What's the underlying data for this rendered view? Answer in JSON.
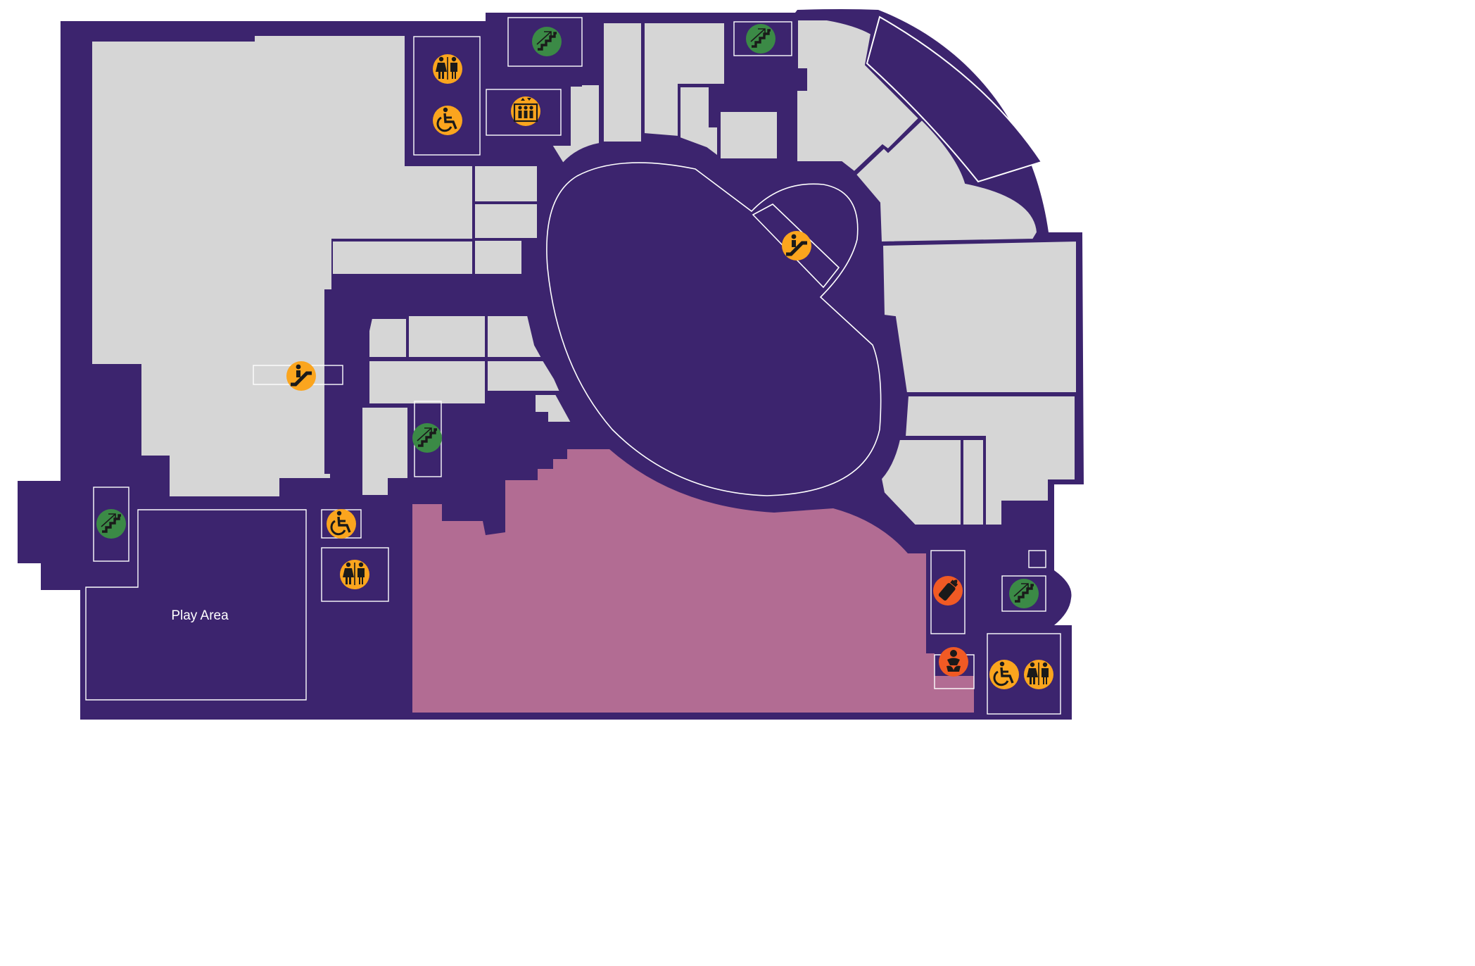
{
  "map": {
    "colors": {
      "background": "#ffffff",
      "floor": "#3c246e",
      "shop": "#d6d6d6",
      "outline": "#ffffff",
      "highlight_area": "#b26c93",
      "amenity_orange": "#fba51e",
      "amenity_green": "#3b8a46",
      "amenity_red": "#f15a24",
      "icon_ink": "#1a1a1a"
    },
    "areas": [
      {
        "name": "Play Area"
      }
    ],
    "icons": [
      {
        "type": "stairs-icon",
        "color": "green"
      },
      {
        "type": "stairs-icon",
        "color": "green"
      },
      {
        "type": "stairs-icon",
        "color": "green"
      },
      {
        "type": "stairs-icon",
        "color": "green"
      },
      {
        "type": "stairs-icon",
        "color": "green"
      },
      {
        "type": "restroom-icon",
        "color": "orange"
      },
      {
        "type": "restroom-icon",
        "color": "orange"
      },
      {
        "type": "restroom-icon",
        "color": "orange"
      },
      {
        "type": "wheelchair-icon",
        "color": "orange"
      },
      {
        "type": "wheelchair-icon",
        "color": "orange"
      },
      {
        "type": "wheelchair-icon",
        "color": "orange"
      },
      {
        "type": "elevator-icon",
        "color": "orange"
      },
      {
        "type": "escalator-icon",
        "color": "orange"
      },
      {
        "type": "escalator-icon",
        "color": "orange"
      },
      {
        "type": "baby-bottle-icon",
        "color": "red"
      },
      {
        "type": "baby-change-icon",
        "color": "red"
      }
    ]
  }
}
